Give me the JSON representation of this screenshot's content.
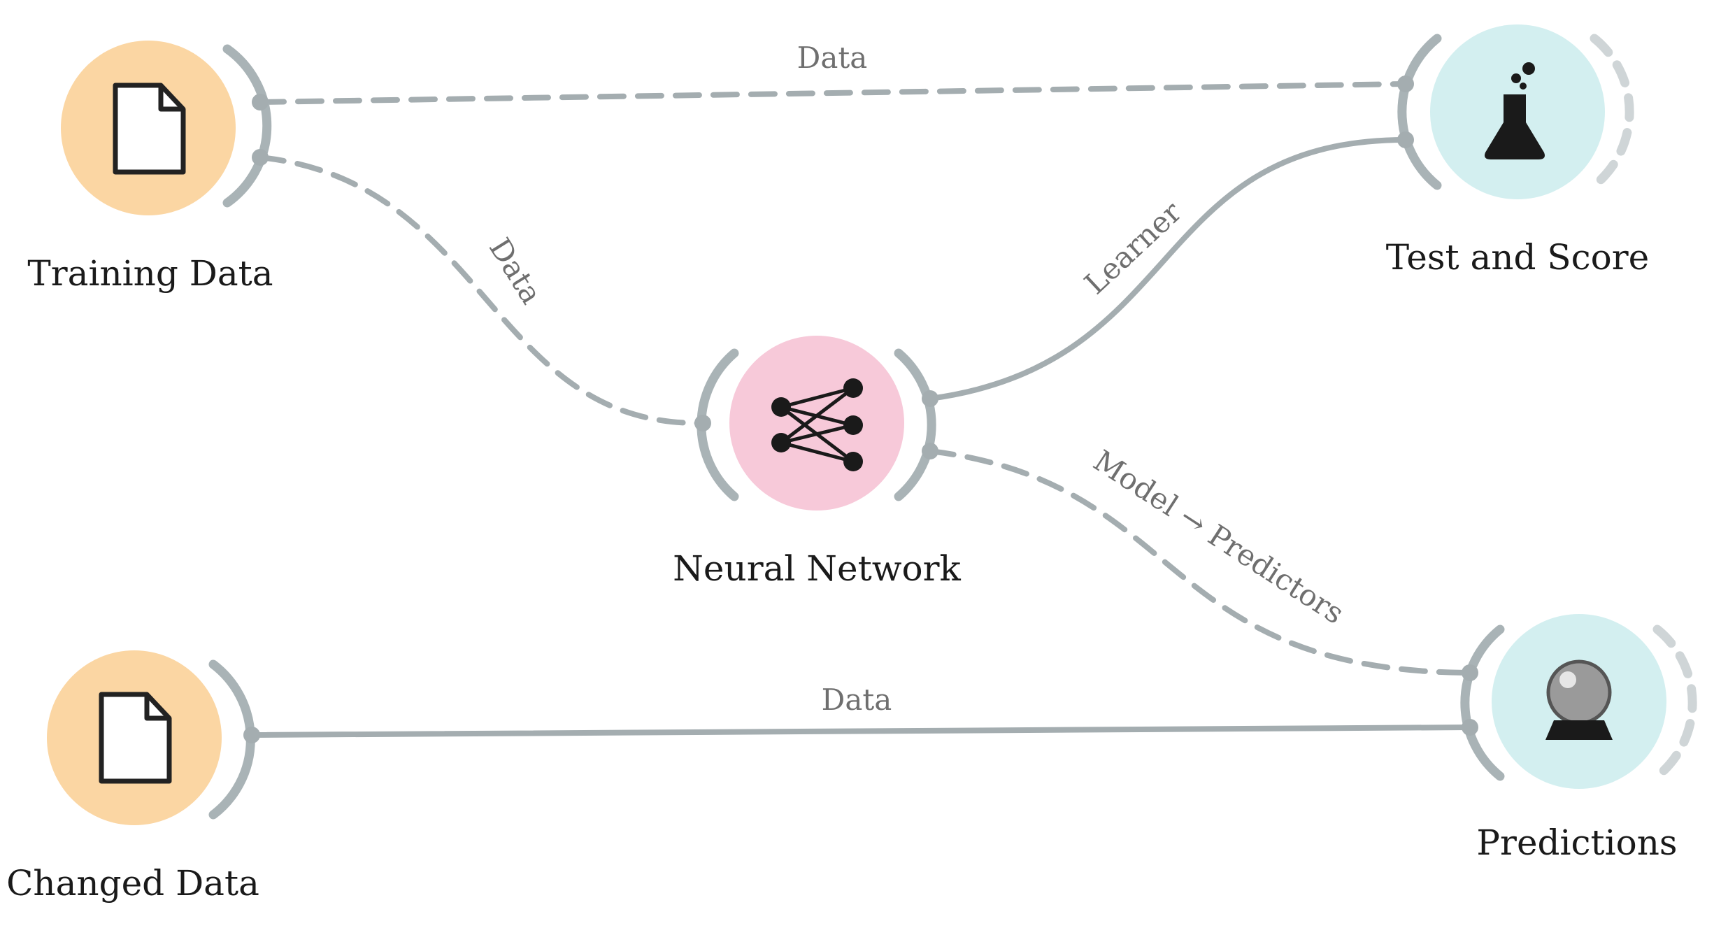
{
  "colors": {
    "file_widget": "#fbd6a3",
    "learner_widget": "#f7c9d9",
    "evaluate_widget": "#d3eff0",
    "link": "#a4adb0",
    "label": "#1a1a1a",
    "link_label": "#6f6f6f"
  },
  "nodes": {
    "training_data": {
      "label": "Training Data",
      "icon": "file-icon"
    },
    "changed_data": {
      "label": "Changed Data",
      "icon": "file-icon"
    },
    "neural_network": {
      "label": "Neural Network",
      "icon": "neural-network-icon"
    },
    "test_and_score": {
      "label": "Test and Score",
      "icon": "flask-icon"
    },
    "predictions": {
      "label": "Predictions",
      "icon": "crystal-ball-icon"
    }
  },
  "links": {
    "training_to_test": {
      "label": "Data",
      "style": "dashed"
    },
    "training_to_nn": {
      "label": "Data",
      "style": "dashed"
    },
    "nn_to_test": {
      "label": "Learner",
      "style": "solid"
    },
    "nn_to_predictions": {
      "label": "Model → Predictors",
      "style": "dashed"
    },
    "changed_to_predictions": {
      "label": "Data",
      "style": "solid"
    }
  }
}
